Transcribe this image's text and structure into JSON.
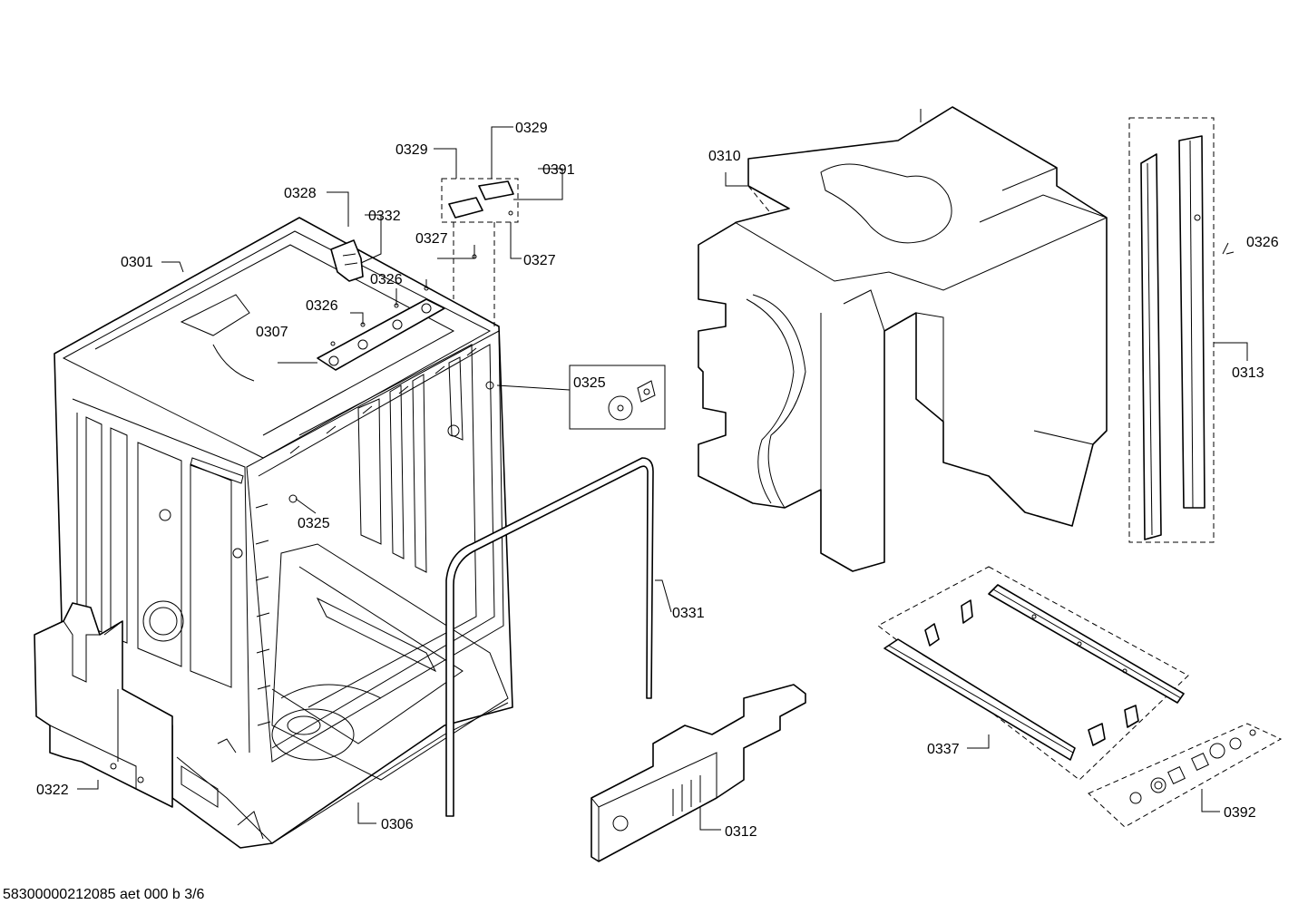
{
  "diagram": {
    "callouts": {
      "c0301": "0301",
      "c0306": "0306",
      "c0307": "0307",
      "c0310": "0310",
      "c0312": "0312",
      "c0313": "0313",
      "c0322": "0322",
      "c0325a": "0325",
      "c0325b": "0325",
      "c0326a": "0326",
      "c0326b": "0326",
      "c0326c": "0326",
      "c0327a": "0327",
      "c0327b": "0327",
      "c0328": "0328",
      "c0329a": "0329",
      "c0329b": "0329",
      "c0331": "0331",
      "c0332": "0332",
      "c0337": "0337",
      "c0391": "0391",
      "c0392": "0392"
    }
  },
  "footer": {
    "code": "58300000212085 aet 000 b 3/6"
  }
}
